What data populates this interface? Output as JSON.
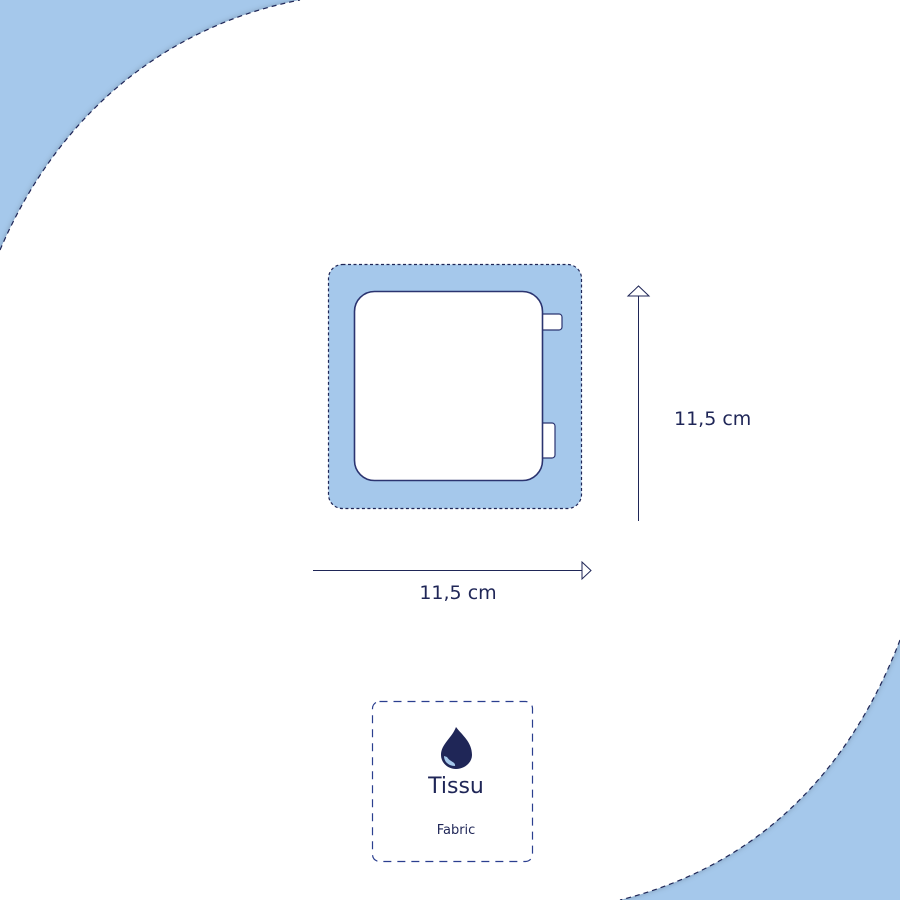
{
  "dimensions": {
    "width_label": "11,5 cm",
    "height_label": "11,5 cm"
  },
  "material": {
    "icon": "water-drop-icon",
    "name": "Tissu",
    "name_en": "Fabric"
  },
  "colors": {
    "blue": "#a5c8eb",
    "navy": "#1f2657",
    "white": "#ffffff"
  }
}
